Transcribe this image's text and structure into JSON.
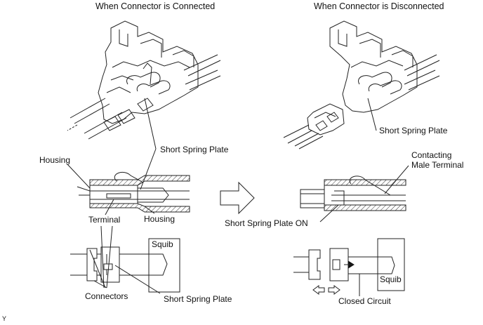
{
  "titles": {
    "connected": "When Connector is Connected",
    "disconnected": "When Connector is Disconnected"
  },
  "labels": {
    "short_spring_plate_top_left": "Short Spring Plate",
    "short_spring_plate_top_right": "Short Spring Plate",
    "housing_left": "Housing",
    "housing_bottom": "Housing",
    "terminal": "Terminal",
    "contacting_male_terminal_line1": "Contacting",
    "contacting_male_terminal_line2": "Male Terminal",
    "short_spring_plate_on": "Short Spring Plate ON",
    "squib_left": "Squib",
    "squib_right": "Squib",
    "connectors": "Connectors",
    "short_spring_plate_bottom": "Short Spring Plate",
    "closed_circuit": "Closed Circuit",
    "corner_mark": "Y"
  },
  "colors": {
    "line": "#222222",
    "background": "#ffffff"
  }
}
